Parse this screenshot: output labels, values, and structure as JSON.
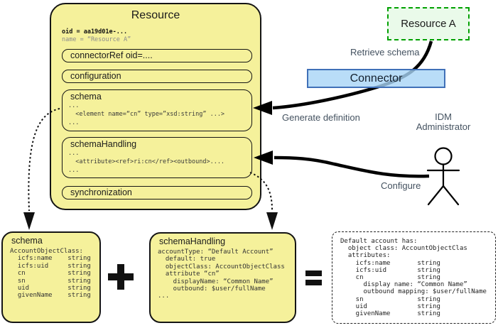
{
  "colors": {
    "box_yellow": "#f5f19b",
    "resource_a_fill": "#eafaea",
    "resource_a_border": "#00a000",
    "connector_fill": "#a8d4f6",
    "connector_border": "#4070b8",
    "arrow": "#000000",
    "muted_name_text": "#8c8c8c"
  },
  "resource": {
    "title": "Resource",
    "oid_line": "oid = aa19d01e-...",
    "name_line": "name = “Resource A”",
    "connector_ref_label": "connectorRef oid=....",
    "configuration_label": "configuration",
    "schema_title": "schema",
    "schema_code": "...\n  <element name=“cn” type=”xsd:string” ...>\n...",
    "schema_handling_title": "schemaHandling",
    "schema_handling_code": "...\n  <attribute><ref>ri:cn</ref><outbound>....\n...",
    "synchronization_label": "synchronization"
  },
  "external": {
    "resource_a_label": "Resource A",
    "connector_label": "Connector",
    "retrieve_schema_label": "Retrieve schema",
    "generate_definition_label": "Generate definition",
    "configure_label": "Configure",
    "admin_line1": "IDM",
    "admin_line2": "Administrator"
  },
  "bottom": {
    "schema_title": "schema",
    "schema_code": "AccountObjectClass:\n  icfs:name    string\n  icfs:uid     string\n  cn           string\n  sn           string\n  uid          string\n  givenName    string",
    "plus_operator": "+",
    "schema_handling_title": "schemaHandling",
    "schema_handling_code": "accountType: “Default Account”\n  default: true\n  objectClass: AccountObjectClass\n  attribute “cn”\n    displayName: “Common Name”\n    outbound: $user/fullName\n...",
    "equals_operator": "=",
    "result_code": "Default account has:\n  object class: AccountObjectClas\n  attributes:\n    icfs:name       string\n    icfs:uid        string\n    cn              string\n      display name: “Common Name”\n      outbound mapping: $user/fullName\n    sn              string\n    uid             string\n    givenName       string"
  }
}
